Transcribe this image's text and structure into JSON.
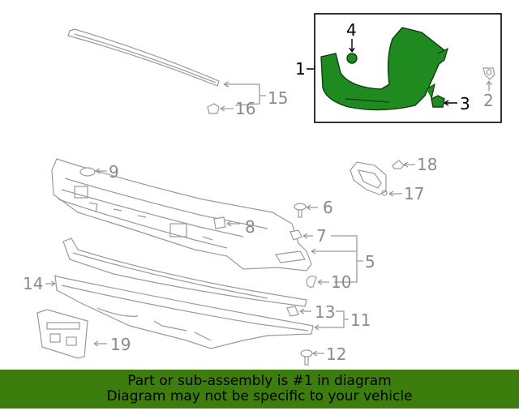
{
  "callouts": {
    "c1": "1",
    "c2": "2",
    "c3": "3",
    "c4": "4",
    "c5": "5",
    "c6": "6",
    "c7": "7",
    "c8": "8",
    "c9": "9",
    "c10": "10",
    "c11": "11",
    "c12": "12",
    "c13": "13",
    "c14": "14",
    "c15": "15",
    "c16": "16",
    "c17": "17",
    "c18": "18",
    "c19": "19"
  },
  "highlight_color": "#1f8a1f",
  "banner": {
    "line1": "Part or sub-assembly is #1 in diagram",
    "line2": "Diagram may not be specific to your vehicle",
    "background": "#3d7d0d"
  }
}
